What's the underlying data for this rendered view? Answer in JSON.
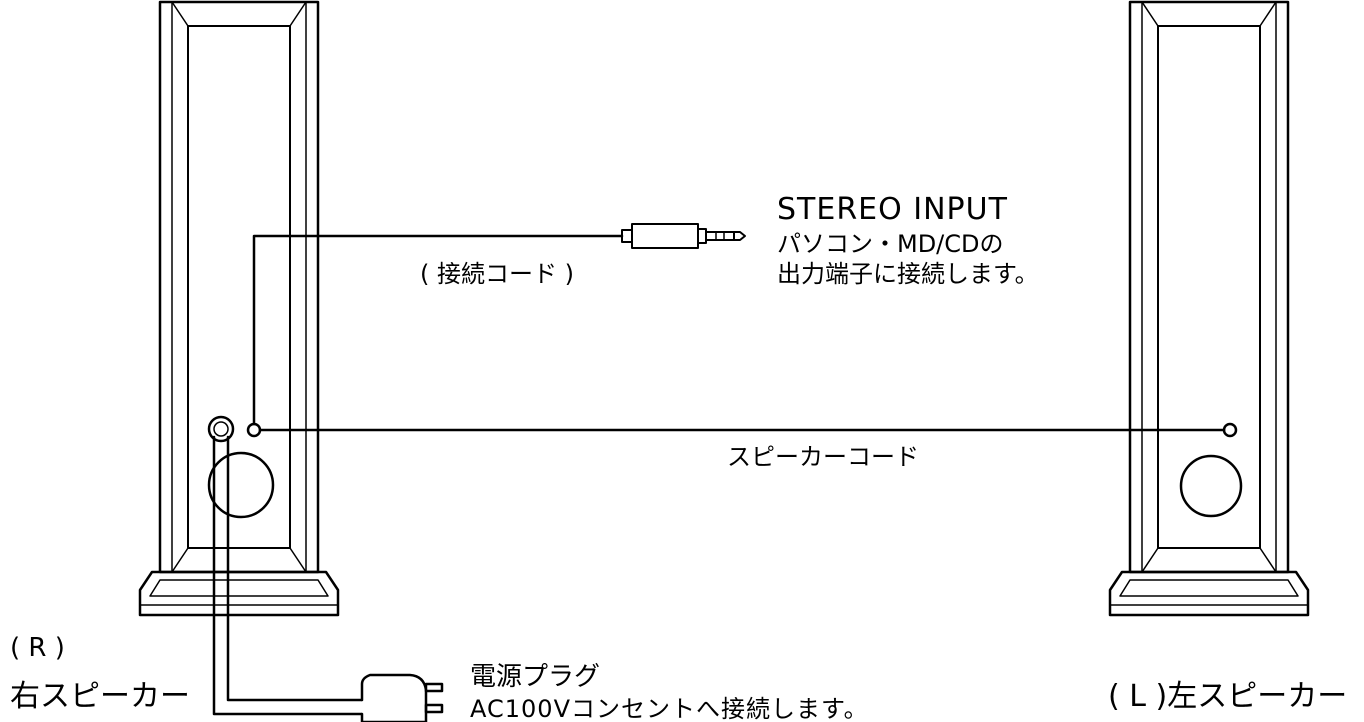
{
  "labels": {
    "stereo_input": "STEREO INPUT",
    "stereo_desc_1": "パソコン・MD/CDの",
    "stereo_desc_2": "出力端子に接続します。",
    "connection_cord": "( 接続コード )",
    "speaker_cord": "スピーカーコード",
    "right_mark": "( R )",
    "right_speaker": "右スピーカー",
    "left_speaker": "( L )左スピーカー",
    "power_plug": "電源プラグ",
    "power_desc": "AC100Vコンセントへ接続します。"
  },
  "colors": {
    "line": "#000000",
    "background": "#ffffff"
  }
}
